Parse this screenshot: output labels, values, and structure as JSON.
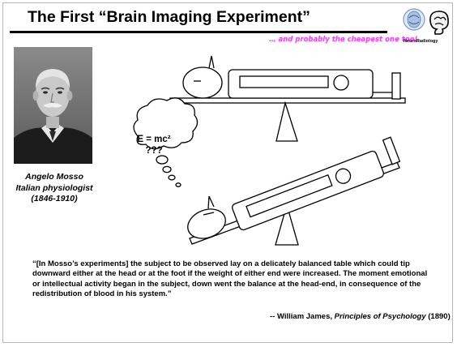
{
  "slide": {
    "title": "The First “Brain Imaging Experiment”",
    "subtitle": "… and probably the cheapest one too!",
    "logo_text": "NeuroRadiology",
    "caption": {
      "name": "Angelo Mosso",
      "role": "Italian physiologist",
      "years": "(1846-1910)"
    },
    "thought": {
      "line1": "E = mc²",
      "line2": "???"
    },
    "quote": "“[In Mosso’s experiments] the subject to be observed lay on a delicately balanced table which could tip downward either at the head or at the foot if the weight of either end were increased. The moment emotional or intellectual activity began in the subject, down went the balance at the head-end, in consequence of the redistribution of blood in his system.”",
    "attribution": {
      "prefix": "-- William James,",
      "work": "Principles of Psychology",
      "year": "(1890)"
    }
  },
  "colors": {
    "subtitle": "#ff33ff",
    "text": "#000000",
    "background": "#ffffff"
  }
}
